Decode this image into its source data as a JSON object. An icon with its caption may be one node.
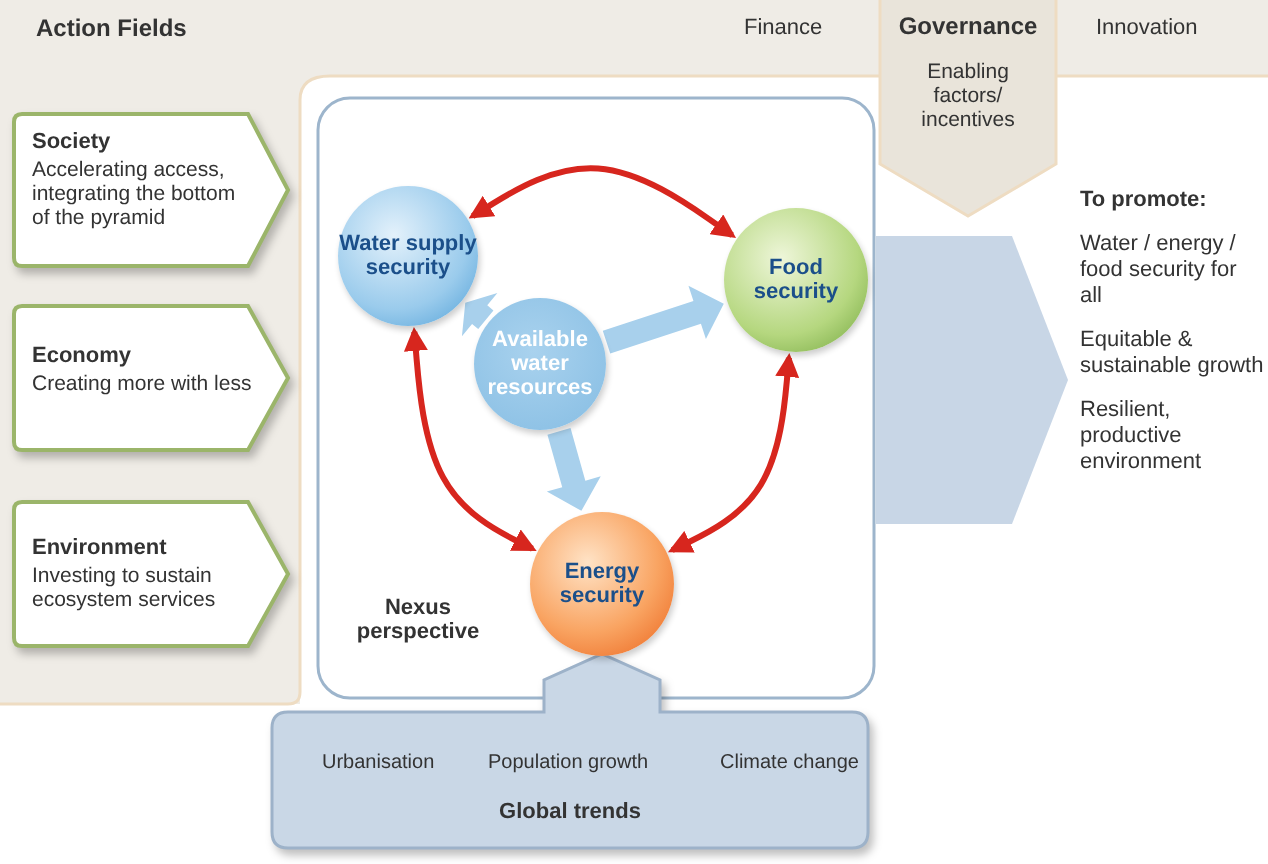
{
  "diagram": {
    "nodes": [
      {
        "text": [
          "Action Fields"
        ]
      },
      {
        "text": [
          "Society",
          "Accelerating access, integrating the bottom of the pyramid"
        ],
        "in": 0
      },
      {
        "text": [
          "Economy",
          "Creating more with less"
        ],
        "in": 0
      },
      {
        "text": [
          "Environment",
          "Investing to sustain ecosystem services"
        ],
        "in": 0
      },
      {
        "text": [
          "Governance",
          "Enabling factors/ incentives"
        ],
        "in": 0
      },
      {
        "text": [
          "Nexus perspective"
        ]
      },
      {
        "text": [
          "Water supply security"
        ],
        "in": 5
      },
      {
        "text": [
          "Food security"
        ],
        "in": 5
      },
      {
        "text": [
          "Available water resources"
        ],
        "in": 5
      },
      {
        "text": [
          "Energy security"
        ],
        "in": 5
      },
      {
        "text": [
          "Urbanisation",
          "Population growth",
          "Climate change",
          "Global trends"
        ]
      },
      {
        "text": [
          "To promote:",
          "Water / energy / food security for all",
          "Equitable & sustainable growth",
          "Resilient, productive environment"
        ]
      }
    ],
    "edges": [
      {
        "from": 6,
        "to": 7,
        "arrow": "both"
      },
      {
        "from": 6,
        "to": 9,
        "arrow": "both"
      },
      {
        "from": 7,
        "to": 9,
        "arrow": "both"
      },
      {
        "from": 8,
        "to": 6,
        "arrow": "to",
        "style": "thick",
        "color": "#a8d0ec"
      },
      {
        "from": 8,
        "to": 7,
        "arrow": "to",
        "style": "thick",
        "color": "#a8d0ec"
      },
      {
        "from": 8,
        "to": 9,
        "arrow": "to",
        "style": "thick",
        "color": "#a8d0ec"
      },
      {
        "from": 5,
        "to": 11,
        "arrow": "to",
        "style": "thick",
        "color": "#c8d6e6"
      }
    ],
    "labels": [
      "Finance",
      "Innovation"
    ]
  }
}
